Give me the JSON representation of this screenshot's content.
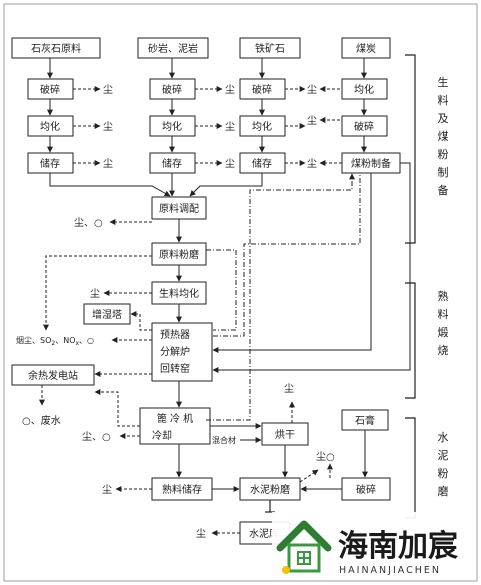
{
  "boxes": {
    "limestone": "石灰石原料",
    "sandstone": "砂岩、泥岩",
    "iron_ore": "铁矿石",
    "coal": "煤炭",
    "crush1": "破碎",
    "crush2": "破碎",
    "crush3": "破碎",
    "homog_coal": "均化",
    "homog1": "均化",
    "homog2": "均化",
    "homog3": "均化",
    "crush_coal": "破碎",
    "store1": "储存",
    "store2": "储存",
    "store3": "储存",
    "coal_powder": "煤粉制备",
    "blending": "原料调配",
    "raw_mill": "原料粉磨",
    "raw_homog": "生料均化",
    "humidifier": "增湿塔",
    "preheater_l1": "预热器",
    "preheater_l2": "分解炉",
    "preheater_l3": "回转窑",
    "waste_heat": "余热发电站",
    "cooler_l1": "篦 冷 机",
    "cooler_l2": "冷却",
    "dryer": "烘干",
    "gypsum": "石膏",
    "clinker_store": "熟料储存",
    "cement_mill": "水泥粉磨",
    "crush_gypsum": "破碎",
    "cement_pack": "水泥库"
  },
  "emissions": {
    "dust": "尘",
    "dust_o": "尘、○",
    "flue_gas": "烟尘、SO",
    "flue_gas_nox": "NO",
    "waste_water": "○、废水",
    "dust_o2": "尘、○",
    "dust_o3": "尘○",
    "mixed_material": "混合材"
  },
  "stages": {
    "stage1": [
      "生",
      "料",
      "及",
      "煤",
      "粉",
      "制",
      "备"
    ],
    "stage2": [
      "熟",
      "料",
      "煅",
      "烧"
    ],
    "stage3": [
      "水",
      "泥",
      "粉",
      "磨"
    ]
  },
  "watermark": {
    "name": "海南加宸",
    "pinyin": "HAINANJIACHEN"
  },
  "colors": {
    "line": "#222222",
    "watermark_green": "#3a9a3f",
    "watermark_roof": "#2e7d32"
  }
}
